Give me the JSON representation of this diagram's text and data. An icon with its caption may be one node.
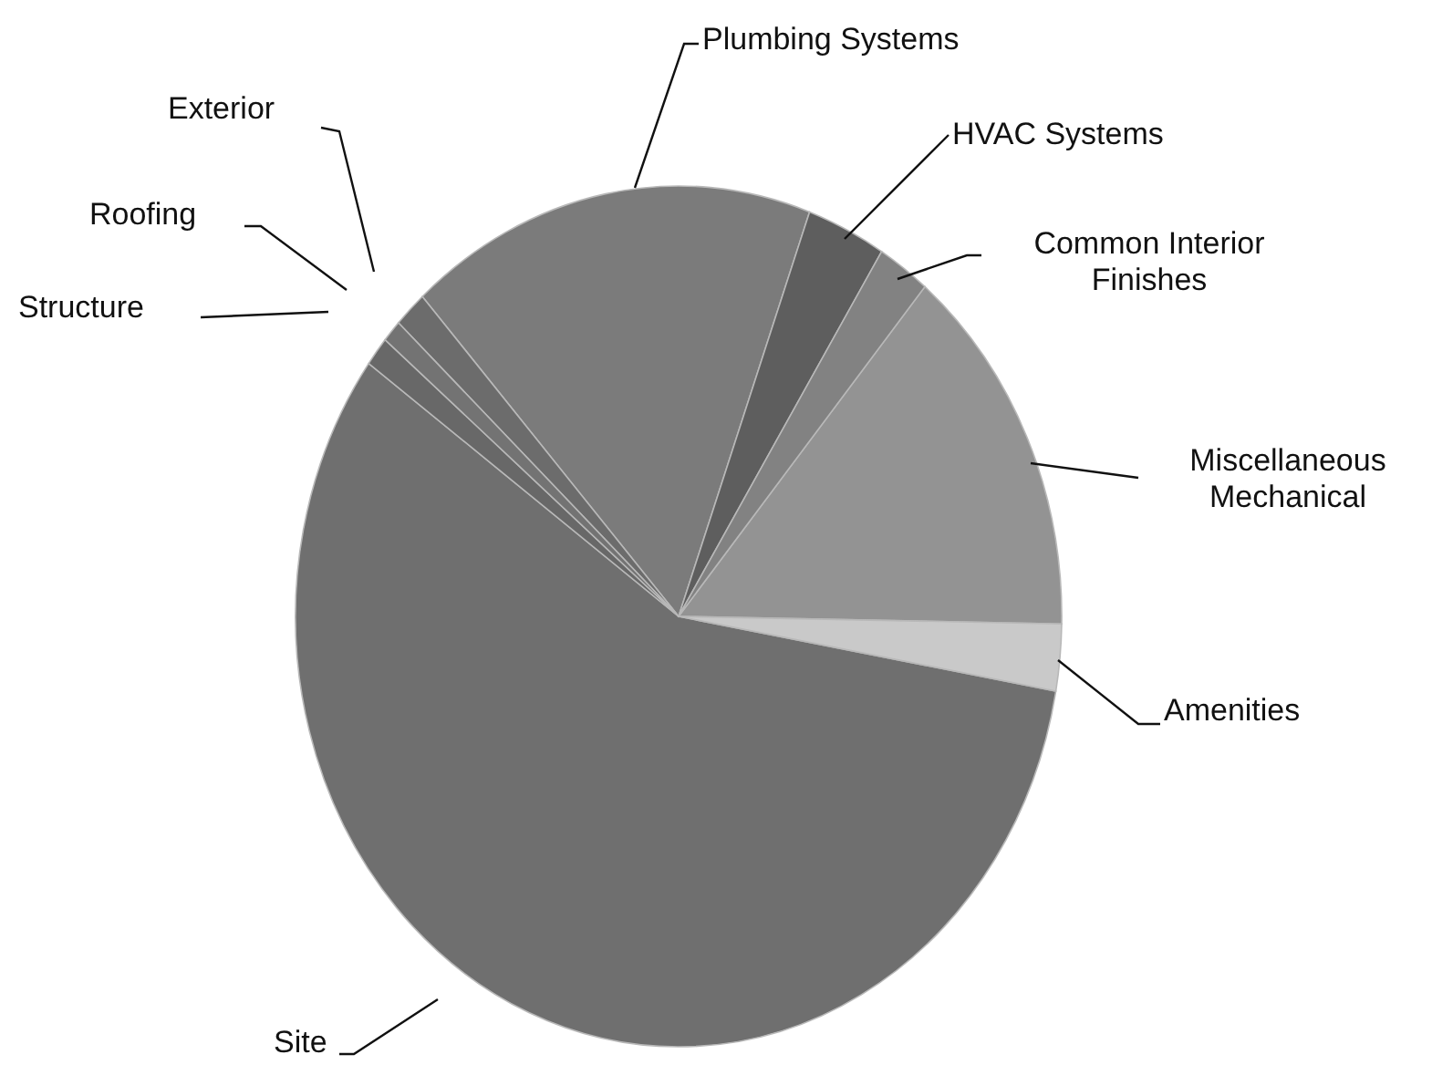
{
  "diagram": {
    "nodes": [
      {
        "text": [
          "Plumbing Systems"
        ]
      },
      {
        "text": [
          "Exterior"
        ]
      },
      {
        "text": [
          "HVAC Systems"
        ]
      },
      {
        "text": [
          "Roofing"
        ]
      },
      {
        "text": [
          "Common Interior Finishes"
        ]
      },
      {
        "text": [
          "Structure"
        ]
      },
      {
        "text": [
          "Miscellaneous Mechanical"
        ]
      },
      {
        "text": [
          "Amenities"
        ]
      },
      {
        "text": [
          "Site"
        ]
      },
      {
        "text": [],
        "shape": "slice"
      },
      {
        "text": [],
        "shape": "slice"
      },
      {
        "text": [],
        "shape": "slice"
      },
      {
        "text": [],
        "shape": "slice"
      },
      {
        "text": [],
        "shape": "slice"
      },
      {
        "text": [],
        "shape": "slice"
      },
      {
        "text": [],
        "shape": "slice"
      },
      {
        "text": [],
        "shape": "slice"
      },
      {
        "text": [],
        "shape": "slice"
      }
    ],
    "edges": [
      {
        "from": 0,
        "to": 9,
        "arrow": "none"
      },
      {
        "from": 1,
        "to": 10,
        "arrow": "none"
      },
      {
        "from": 2,
        "to": 11,
        "arrow": "none"
      },
      {
        "from": 3,
        "to": 12,
        "arrow": "none"
      },
      {
        "from": 4,
        "to": 13,
        "arrow": "none"
      },
      {
        "from": 5,
        "to": 14,
        "arrow": "none"
      },
      {
        "from": 6,
        "to": 15,
        "arrow": "none"
      },
      {
        "from": 7,
        "to": 16,
        "arrow": "none"
      },
      {
        "from": 8,
        "to": 17,
        "arrow": "none"
      }
    ]
  }
}
